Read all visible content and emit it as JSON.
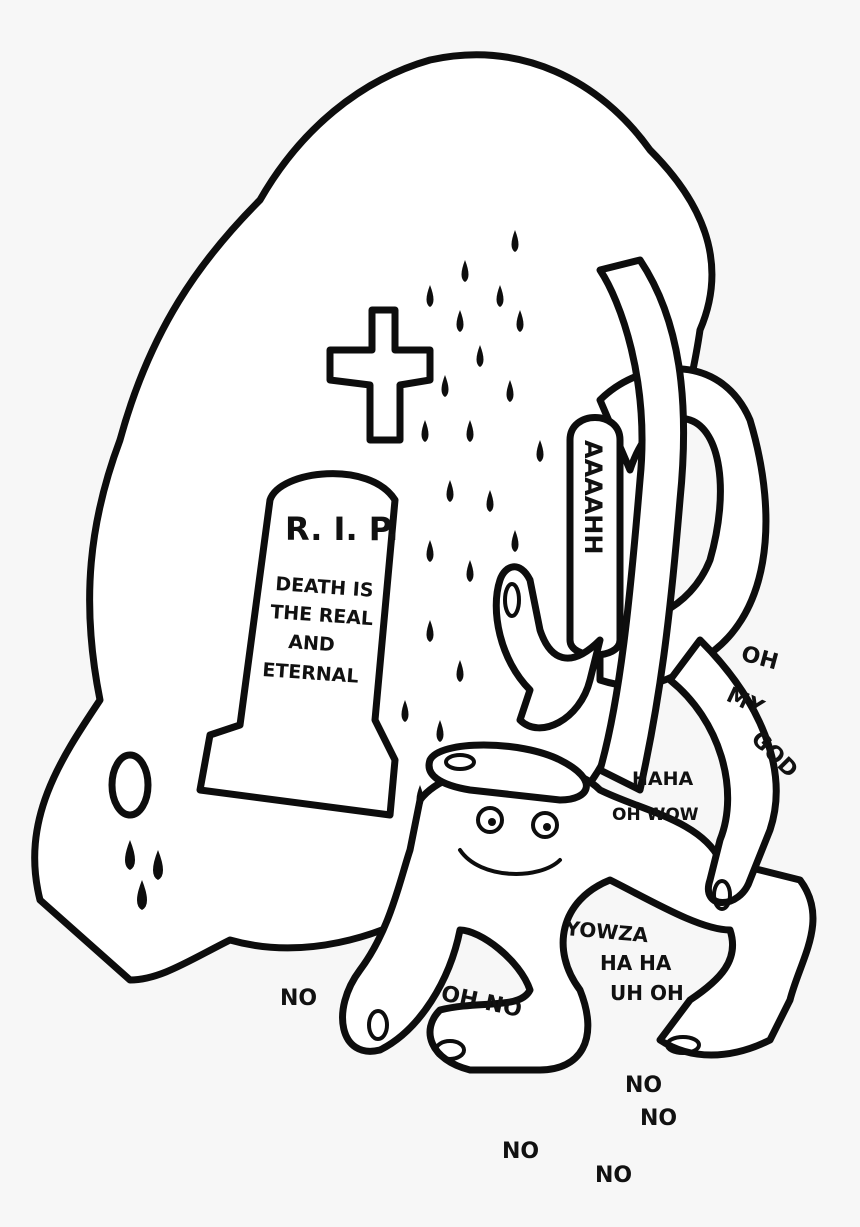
{
  "colors": {
    "background": "#f7f7f7",
    "ink": "#0d0d0d",
    "fill": "#ffffff"
  },
  "tombstone": {
    "title": "R. I. P.",
    "lines": [
      "DEATH IS",
      "THE REAL",
      "AND",
      "ETERNAL"
    ]
  },
  "speech": {
    "scream": "AAAAHH",
    "oh_my_god": [
      "OH",
      "MY",
      "GOD"
    ],
    "haha": [
      "HAHA",
      "OH WOW"
    ],
    "yowza": [
      "YOWZA",
      "HA HA",
      "UH OH"
    ],
    "no_left": "NO",
    "oh_no": "OH NO",
    "no_no": [
      "NO",
      "NO"
    ],
    "no_bottom_1": "NO",
    "no_bottom_2": "NO"
  }
}
